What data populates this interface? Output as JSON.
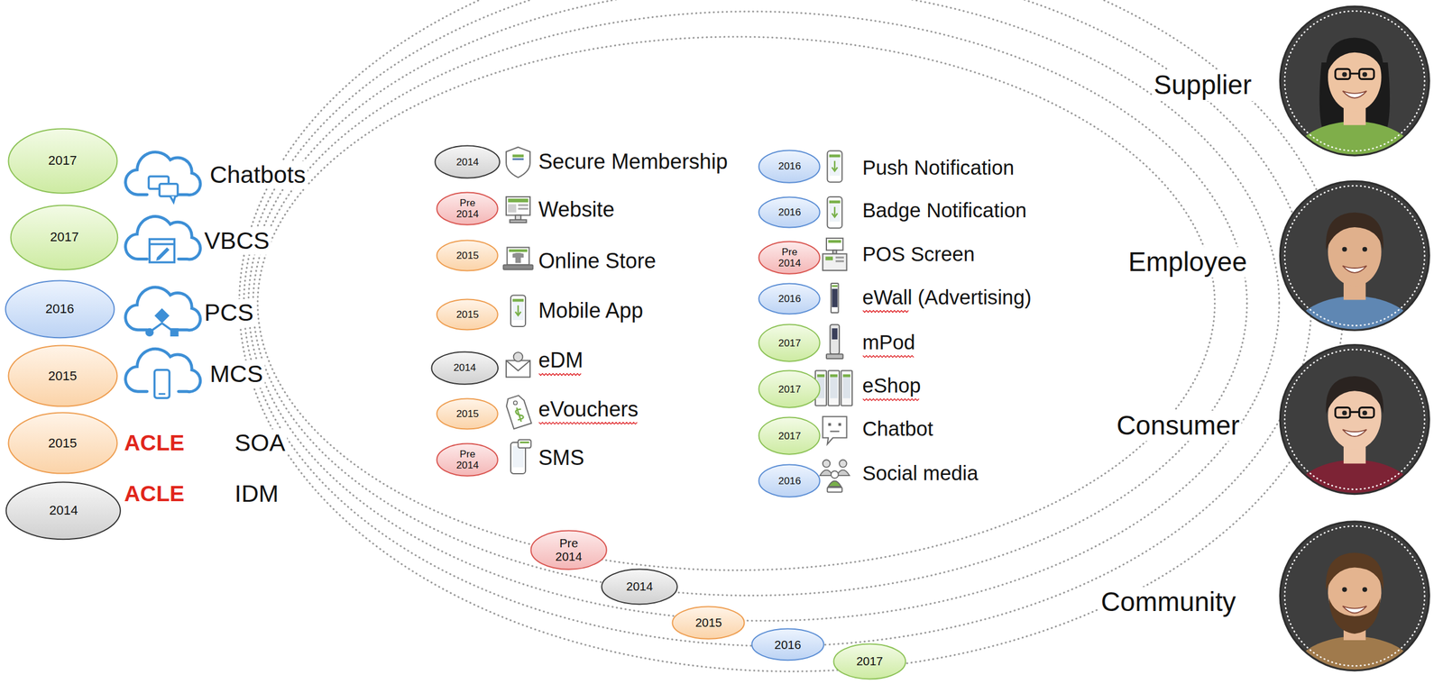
{
  "diagram": {
    "nodes": [
      {
        "text": [
          "2017"
        ]
      },
      {
        "text": [
          "2017"
        ]
      },
      {
        "text": [
          "2016"
        ]
      },
      {
        "text": [
          "2015"
        ]
      },
      {
        "text": [
          "2015"
        ]
      },
      {
        "text": [
          "2014"
        ]
      },
      {
        "text": [
          "2014"
        ]
      },
      {
        "text": [
          "Pre 2014"
        ]
      },
      {
        "text": [
          "2015"
        ]
      },
      {
        "text": [
          "2015"
        ]
      },
      {
        "text": [
          "2014"
        ]
      },
      {
        "text": [
          "2015"
        ]
      },
      {
        "text": [
          "Pre 2014"
        ]
      },
      {
        "text": [
          "2016"
        ]
      },
      {
        "text": [
          "2016"
        ]
      },
      {
        "text": [
          "Pre 2014"
        ]
      },
      {
        "text": [
          "2016"
        ]
      },
      {
        "text": [
          "2017"
        ]
      },
      {
        "text": [
          "2017"
        ]
      },
      {
        "text": [
          "2017"
        ]
      },
      {
        "text": [
          "2016"
        ]
      },
      {
        "text": [
          "Pre 2014"
        ]
      },
      {
        "text": [
          "2014"
        ]
      },
      {
        "text": [
          "2015"
        ]
      },
      {
        "text": [
          "2016"
        ]
      },
      {
        "text": [
          "2017"
        ]
      }
    ],
    "labels": [
      "Chatbots",
      "VBCS",
      "PCS",
      "MCS",
      "ACLE",
      "SOA",
      "ACLE",
      "IDM",
      "Secure Membership",
      "Website",
      "Online Store",
      "Mobile App",
      "eDM",
      "eVouchers",
      "SMS",
      "Push Notification",
      "Badge Notification",
      "POS Screen",
      "eWall (Advertising)",
      "mPod",
      "eShop",
      "Chatbot",
      "Social media",
      "Supplier",
      "Employee",
      "Consumer",
      "Community"
    ]
  }
}
